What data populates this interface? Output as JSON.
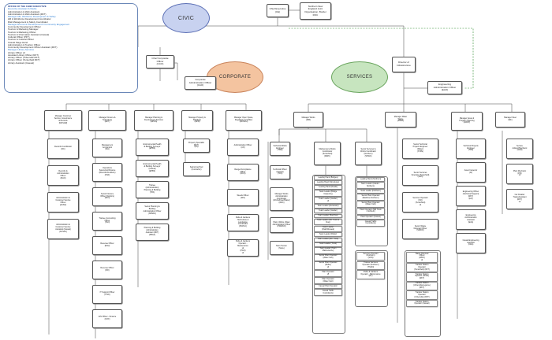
{
  "office": {
    "lines": [
      {
        "text": "OFFICE OF THE CHIEF EXECUTIVE",
        "style": "h"
      },
      {
        "text": "Executive Assistant & Media",
        "style": "c"
      },
      {
        "text": "Administration & Web Assistant",
        "style": ""
      },
      {
        "text": "Administration & Web Assistant (RFT)",
        "style": ""
      },
      {
        "text": "Manager HR, Workforce Development & Safety",
        "style": "c"
      },
      {
        "text": "HR & Workforce Development Coordinator",
        "style": ""
      },
      {
        "text": "Risk Management & Safety Coordinator",
        "style": ""
      },
      {
        "text": "Manager Economic Development & Community Engagement",
        "style": "c"
      },
      {
        "text": "Community Development Officer",
        "style": ""
      },
      {
        "text": "Tourism & Marketing Manager",
        "style": ""
      },
      {
        "text": "Tourism & Marketing Officer",
        "style": ""
      },
      {
        "text": "Tourism & Information Assistant (Casual)",
        "style": ""
      },
      {
        "text": "Cultural Officer (PFT)",
        "style": ""
      },
      {
        "text": "Tourism & Cultural Officer",
        "style": ""
      },
      {
        "text": "Casual Stage Hand",
        "style": ""
      },
      {
        "text": "Administration & Tourism Officer",
        "style": ""
      },
      {
        "text": "Community Development Officer Assistant (RFT)",
        "style": ""
      },
      {
        "text": "Manager Library Services",
        "style": "c"
      },
      {
        "text": "Library Officer  x2",
        "style": ""
      },
      {
        "text": "Assistant Library Officer (RFT)",
        "style": ""
      },
      {
        "text": "Library Officer (Urbenville RFT)",
        "style": ""
      },
      {
        "text": "Library Officer (Tenterfield RFT)",
        "style": ""
      },
      {
        "text": "Library Assistant (Casual)",
        "style": ""
      }
    ]
  },
  "divisions": {
    "civic": "CIVIC",
    "corporate": "CORPORATE",
    "services": "SERVICES"
  },
  "colors": {
    "civic": "#c8d2f0",
    "corporate": "#f4c4a0",
    "services": "#c7e5bf",
    "box_border": "#555555",
    "wire": "#444444",
    "dashed": "#2c8a2c"
  },
  "nodes": {
    "ce": "Chief Executive\n(CE)",
    "nerw": "Northern New\nEngland Joint\nOrganisation, Border\nROC",
    "cco": "Chief Corporate\nOfficer\n(CCO)",
    "cao": "Corporate\nAdministration Officer\n(CAO)",
    "doi": "Director of\nInfrastructure",
    "eao": "Engineering\nAdministration Officer\n(EAO)"
  },
  "managers": [
    {
      "id": "mcsgr",
      "label": "Manager Customer\nService, Governance\n& Records\n(MCSGR)"
    },
    {
      "id": "mft",
      "label": "Manager Finance &\nTechnology\n(MFT)"
    },
    {
      "id": "mpds",
      "label": "Manager Planning &\nDevelopment Services\n(MPDS)"
    },
    {
      "id": "mpb",
      "label": "Manager Property &\nBuildings\n(MPB)"
    },
    {
      "id": "mosru",
      "label": "Manager Open Space,\nRegulatory & Utilities\n(MOSRU)"
    },
    {
      "id": "mw",
      "label": "Manager Works\n(MW)"
    },
    {
      "id": "mww",
      "label": "Manager Water\nWaste\n(MWW)"
    },
    {
      "id": "maap",
      "label": "Manager Asset &\nProgram Planning\n(MAPP)"
    },
    {
      "id": "mf",
      "label": "Manager Fleet\n(MF)"
    }
  ],
  "staff": {
    "mcsgr": [
      "Records Coordinator\n(RC)",
      "Records &\nAdministration\nOfficer\n(RAO)",
      "Administration &\nCustomer Service\nOfficer\n(ACSO)",
      "Administration &\nCustomer Service\nAssistant (Casual)\n(ACSAC)"
    ],
    "mft": [
      "Management\nAccountant\n(MA)",
      "Operations\nSupervisor/Finance\n(Records/Creditors)\n(OSF)",
      "Senior Finance\nOfficer (Debtors)\n(SFO)",
      "Trainee: Accounting\nOfficer\n(TAO)",
      "Revenue Officer\n(RO2)",
      "Revenue Officer\n(RO)",
      "IT Support Officer\n(ITSO)",
      "GIS Officer - Finance\n(GOF)"
    ],
    "mpds": [
      "Environmental Health\n& Building Surveyor\n(EHBS)",
      "Environmental Health\n& Building Surveyor\n(Casual)\n(EHBS)",
      "Trainee\n(Administration)\nPlanning & Building\n(TPA)",
      "Senior Planning &\nBuilding\nAdministration Officer\n(SPBAO)",
      "Planning & Building\nAdministration\nAssistant (RFT)\n(PBAA)"
    ],
    "mpb": [
      "Property Specialist\n(RFT)\n(PS)",
      "Swimming Pool\n(Contractor)"
    ],
    "mosru": [
      "Administration Officer\n(AO)",
      "Ranger/Compliance\nOfficer\n(RCO)",
      "Weeds Officer\n(WO)",
      "Parks & Gardens\nHorticulture &\nLandscape\nCoordinator\n(PGHLC)",
      "Parks & Gardens\nOperator -\nMaintenance\nx2\n(PGO)\nx3"
    ],
    "mww": [
      "Senior Technical\nProjects Engineer\n(Water)\n(STPE)",
      "Senior Services\nOperator (Tenterfield)\n(SSO)",
      "Services Operator\n(SO)\n(Tenterfield)\nx4",
      "Senior Waste\nDisposal Officer\n(SWDO)"
    ],
    "maap": [
      "Technical Projects\nEngineer\n(TPE)",
      "Asset Inspector\n(AI)",
      "Engineering Officer\n(Technical Support)\n(RFT)\n(EO)",
      "Engineering\nAdministration\nAssistant\n(EAA)",
      "Casual Engineering\nAssistant\n(CEA)"
    ],
    "mf": [
      "Service\nAdvisor/Mechanic\n(SAM)",
      "Plant Mechanic\n(PM)\nx3",
      "Car Detailer\nTradesAssistant\n(RFT)\nx2"
    ]
  },
  "works": {
    "tse": "Technical Works\nEngineer\n(TWE)",
    "tocasual": "Technical Officer\n(Casual)\n(TOC)",
    "mmc": "Maintenance Works\nCoordinator\n(Tenterfield)\n(MWC)",
    "aac": "Manager Works\nAdministration\nCoordinator\n(Works/Fleet/Water)\n(WAC)",
    "pwa": "Plant, Works, Water\nAdministration Officer\n(PWWAO)",
    "sp": "Store Person\n(Store)",
    "ssmn": "Senior Services &\nWorks Coordinator\n(Northern)\n(SSWC)",
    "tenter_list": [
      "Leading Hand (Bridges)",
      "Leading Hand (Structures)",
      "Leading Hand (Roads)",
      "Team Leader (Bridge\nCarpentry)",
      "Team Leader (Grader)\nx3",
      "Team Leader (Excavator)",
      "Team Leader (Grader)",
      "Team Leader (Backhoe)",
      "Team Leader (MC Truck &\nDog)",
      "Team Leader\n(Patch/Reseal)",
      "Team Leader (Roller)",
      "Team Leader (MC Truck)",
      "Team Leader (Truck)",
      "Team Leader (Town\nMaintenance)",
      "Senior Plant Operator\n(Water Cart)",
      "Senior Plant Operator\n(Roller)\nx3",
      "Plant Operator\nx5",
      "Plant Operator\n(Water Cart)",
      "Casual Plant Operator",
      "Casual Traffic\nController(s)"
    ],
    "north_list_a": [
      "Leading Hand (Northern)",
      "Team Leader (Grader -\nNorthern)",
      "Team Leader (Northern)",
      "Senior Plant Operator\n(Backhoe Northern)",
      "Senior Plant Operator\n(Water Cart)",
      "Plant Operator (MR Truck\n- Northern)",
      "Plant Operator (Casual)",
      "Casual Traffic\nController(s)"
    ],
    "north_list_b": [
      "Services Operator\n(Northern)\n(SON)",
      "Trainee Services\nOperator (Northern)\n(TSON)",
      "Parks & Gardens\nOperator - Maintenance\n(NT)"
    ],
    "waste_list": [
      "Waste Disposal\nOfficer\n(WDO)\nx2",
      "Transfer Station\nOperator\n(Tenterfield) (RFT)",
      "Transfer Station\nOperator (Drake)\n(RFT)",
      "Transfer Station\n(Urbenville/Legume)\n(RFT)",
      "Transfer Station\nOperator\n(Urbenville) (RFT)",
      "Transfer Station\nOperator (Casual)"
    ]
  }
}
